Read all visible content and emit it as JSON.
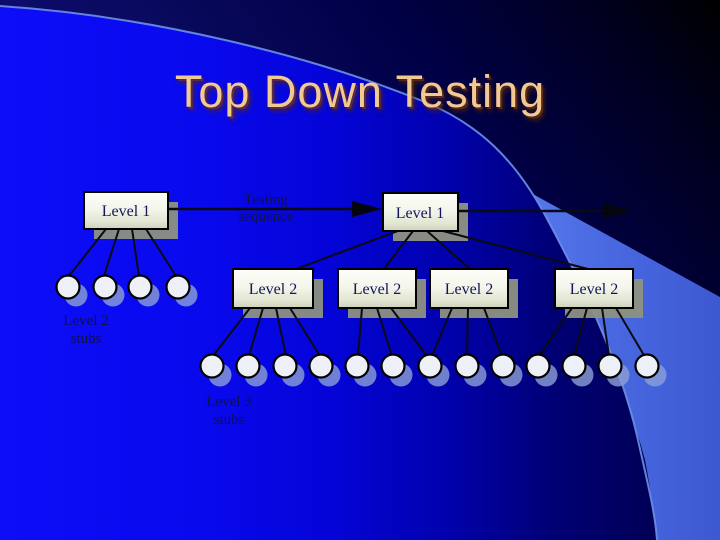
{
  "slide": {
    "title": "Top Down Testing",
    "colors": {
      "title_text": "#F2C992",
      "bright_blue": "#0D0DF8",
      "dark_navy": "#000046",
      "swoosh_blue": "#4A6AE2",
      "arc_line": "#6E90E6",
      "box_fill_top": "#FDFEF8",
      "box_fill_bottom": "#CED2BC",
      "box_shadow": "#8E9280",
      "circle_fill": "#EDF0F6",
      "circle_shadow": "#8CA0D8",
      "label_text": "#10104E",
      "connector": "#0A0A14"
    },
    "diagram": {
      "left_root_label": "Level 1",
      "right_root_label": "Level 1",
      "level2_labels": [
        "Level 2",
        "Level 2",
        "Level 2",
        "Level 2"
      ],
      "arrow_label_line1": "Testing",
      "arrow_label_line2": "sequence",
      "left_stub_label_line1": "Level 2",
      "left_stub_label_line2": "stubs",
      "bottom_stub_label_line1": "Level 3",
      "bottom_stub_label_line2": "stubs",
      "left_stub_count": 4,
      "bottom_stub_count": 13
    }
  }
}
